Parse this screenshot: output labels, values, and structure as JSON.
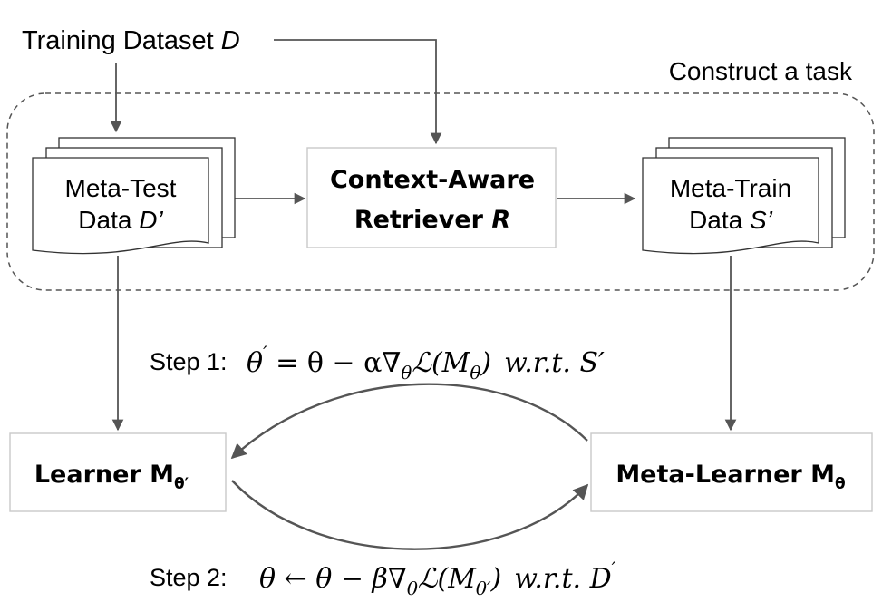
{
  "training_dataset": {
    "text": "Training Dataset ",
    "var": "D"
  },
  "task_group_label": "Construct a task",
  "meta_test": {
    "line1": "Meta-Test",
    "line2_prefix": "Data ",
    "line2_var": "D’"
  },
  "retriever": {
    "line1": "Context-Aware",
    "line2_prefix": "Retriever ",
    "line2_var": "R"
  },
  "meta_train": {
    "line1": "Meta-Train",
    "line2_prefix": "Data ",
    "line2_var": "S’"
  },
  "learner": {
    "label": "Learner M",
    "sub": "θ′"
  },
  "meta_learner": {
    "label": "Meta-Learner M",
    "sub": "θ"
  },
  "step1": {
    "label": "Step 1:",
    "eq": [
      "θ",
      "′",
      " = θ − α∇",
      "θ",
      "ℒ(M",
      "θ",
      ")",
      "w.r.t. S′"
    ]
  },
  "step2": {
    "label": "Step 2:",
    "eq": [
      "θ ← θ − β∇",
      "θ",
      "ℒ(M",
      "θ′",
      ")",
      "w.r.t. D",
      "′"
    ]
  },
  "colors": {
    "line": "#555555",
    "box_border": "#c9c9c9",
    "dash": "#555555"
  }
}
